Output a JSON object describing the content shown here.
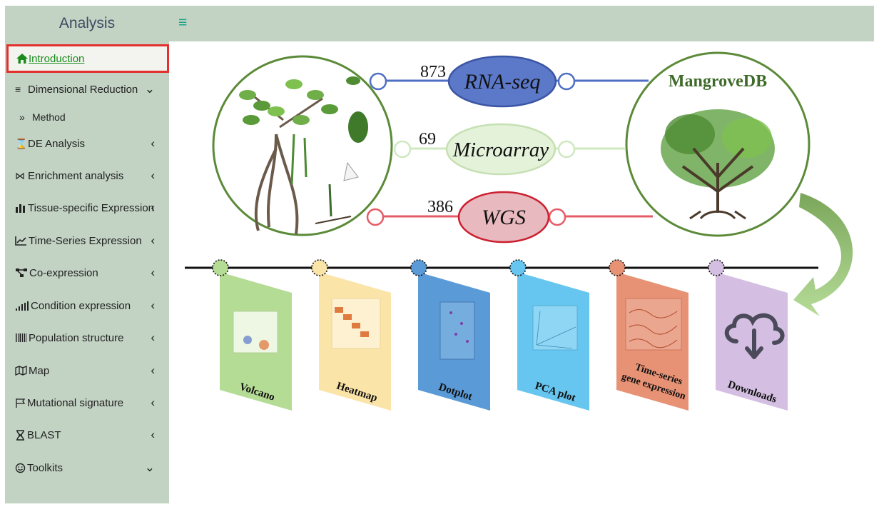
{
  "app": {
    "title": "Analysis"
  },
  "sidebar": {
    "items": [
      {
        "label": "Introduction",
        "icon": "home-icon",
        "active": true
      },
      {
        "label": "Dimensional Reduction",
        "icon": "list-icon",
        "expanded": true
      },
      {
        "label": "Method",
        "icon": "double-chevron-right-icon"
      },
      {
        "label": "DE Analysis",
        "icon": "hourglass-icon"
      },
      {
        "label": "Enrichment analysis",
        "icon": "network-icon"
      },
      {
        "label": "Tissue-specific Expression",
        "icon": "bar-chart-icon"
      },
      {
        "label": "Time-Series Expression",
        "icon": "line-chart-icon"
      },
      {
        "label": "Co-expression",
        "icon": "nodes-icon"
      },
      {
        "label": "Condition expression",
        "icon": "signal-bars-icon"
      },
      {
        "label": "Population structure",
        "icon": "barcode-icon"
      },
      {
        "label": "Map",
        "icon": "map-icon"
      },
      {
        "label": "Mutational signature",
        "icon": "flag-icon"
      },
      {
        "label": "BLAST",
        "icon": "dna-icon"
      },
      {
        "label": "Toolkits",
        "icon": "smiley-icon",
        "expanded": true
      }
    ]
  },
  "figure": {
    "database_name": "MangroveDB",
    "datasets": [
      {
        "count": "873",
        "label": "RNA-seq",
        "color": "#5b78c9"
      },
      {
        "count": "69",
        "label": "Microarray",
        "color": "#cfe8c0"
      },
      {
        "count": "386",
        "label": "WGS",
        "color": "#e55b67"
      }
    ],
    "modules": [
      {
        "label": "Volcano",
        "color": "#b5dc94"
      },
      {
        "label": "Heatmap",
        "color": "#fbe4a8"
      },
      {
        "label": "Dotplot",
        "color": "#5a9ad7"
      },
      {
        "label": "PCA plot",
        "color": "#66c6f0"
      },
      {
        "label": "Time-series",
        "label2": "gene expression",
        "color": "#e79275"
      },
      {
        "label": "Downloads",
        "color": "#d4bfe2"
      }
    ]
  }
}
